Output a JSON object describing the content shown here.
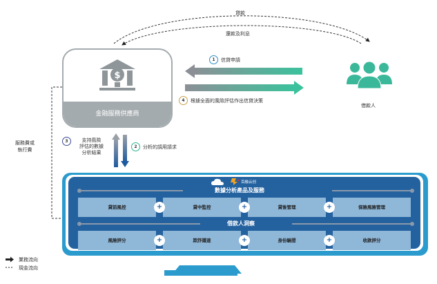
{
  "top_flows": {
    "loan_label": "貸款",
    "repay_label": "還款及利息"
  },
  "provider": {
    "label": "金融服務供應商",
    "icon": "bank-dollar-icon"
  },
  "borrower": {
    "label": "借款人",
    "icon": "people-group-icon"
  },
  "steps": [
    {
      "num": "1",
      "label": "信貸申請",
      "color": "#2a8ec7"
    },
    {
      "num": "2",
      "label": "分析的調用請求",
      "color": "#2bb28e"
    },
    {
      "num": "3",
      "label": "支持風險\n評估的數據\n分析結果",
      "label_lines": [
        "支持風險",
        "評估的數據",
        "分析結果"
      ],
      "color": "#3b4a9a"
    },
    {
      "num": "4",
      "label": "根據全面的風險評估作出信貸決策",
      "color": "#c9a04a"
    }
  ],
  "fee_label_lines": [
    "服務費或",
    "執行費"
  ],
  "platform": {
    "brand_text": "百融云创",
    "section1_title": "數據分析產品及服務",
    "section1_items": [
      "貸前風控",
      "貸中監控",
      "貸後管理",
      "保險風險管理"
    ],
    "section2_title": "借款人洞察",
    "section2_items": [
      "風險評分",
      "欺詐識速",
      "身份驗證",
      "收款評分"
    ],
    "plus_symbol": "+"
  },
  "legend": [
    {
      "type": "solid-arrow",
      "label": "業務流向"
    },
    {
      "type": "dashed-line",
      "label": "現金流向"
    }
  ],
  "colors": {
    "gray": "#a4abae",
    "teal": "#3bb89a",
    "monitor_blue": "#2b9bcd",
    "screen_blue": "#23619f",
    "cell_blue": "#8fb7d8"
  }
}
